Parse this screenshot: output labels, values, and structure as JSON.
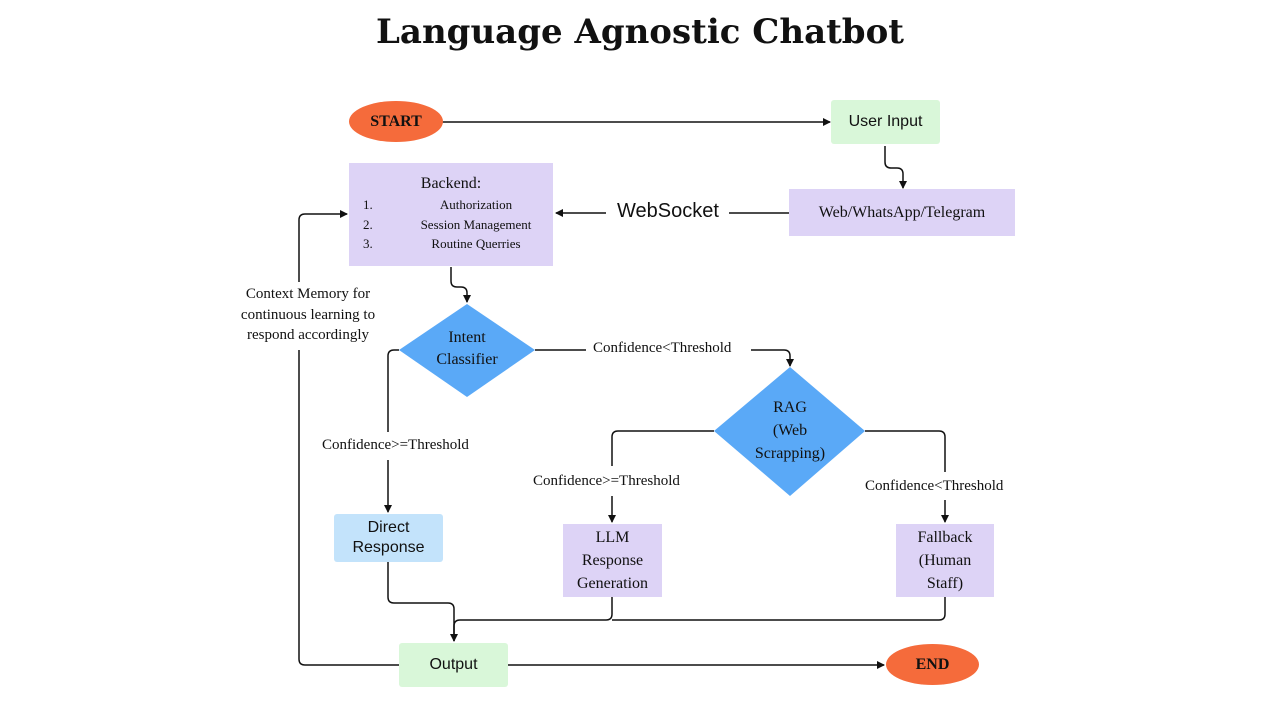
{
  "title": "Language Agnostic Chatbot",
  "nodes": {
    "start": "START",
    "user_input": "User Input",
    "channels": "Web/WhatsApp/Telegram",
    "websocket": "WebSocket",
    "backend": {
      "title": "Backend:",
      "items": [
        {
          "num": "1.",
          "label": "Authorization"
        },
        {
          "num": "2.",
          "label": "Session Management"
        },
        {
          "num": "3.",
          "label": "Routine Querries"
        }
      ]
    },
    "intent_classifier": [
      "Intent",
      "Classifier"
    ],
    "rag": [
      "RAG",
      "(Web",
      "Scrapping)"
    ],
    "direct_response": [
      "Direct",
      "Response"
    ],
    "llm": [
      "LLM",
      "Response",
      "Generation"
    ],
    "fallback": [
      "Fallback",
      "(Human",
      "Staff)"
    ],
    "output": "Output",
    "end": "END"
  },
  "edge_labels": {
    "context_memory": [
      "Context Memory for",
      "continuous learning to",
      "respond accordingly"
    ],
    "intent_low": "Confidence<Threshold",
    "intent_high": "Confidence>=Threshold",
    "rag_high": "Confidence>=Threshold",
    "rag_low": "Confidence<Threshold"
  },
  "colors": {
    "oval": "#f56b3b",
    "green_box": "#d9f7d9",
    "purple_box": "#ddd3f6",
    "diamond": "#5aa9f7",
    "light_blue_box": "#c3e3fb"
  }
}
